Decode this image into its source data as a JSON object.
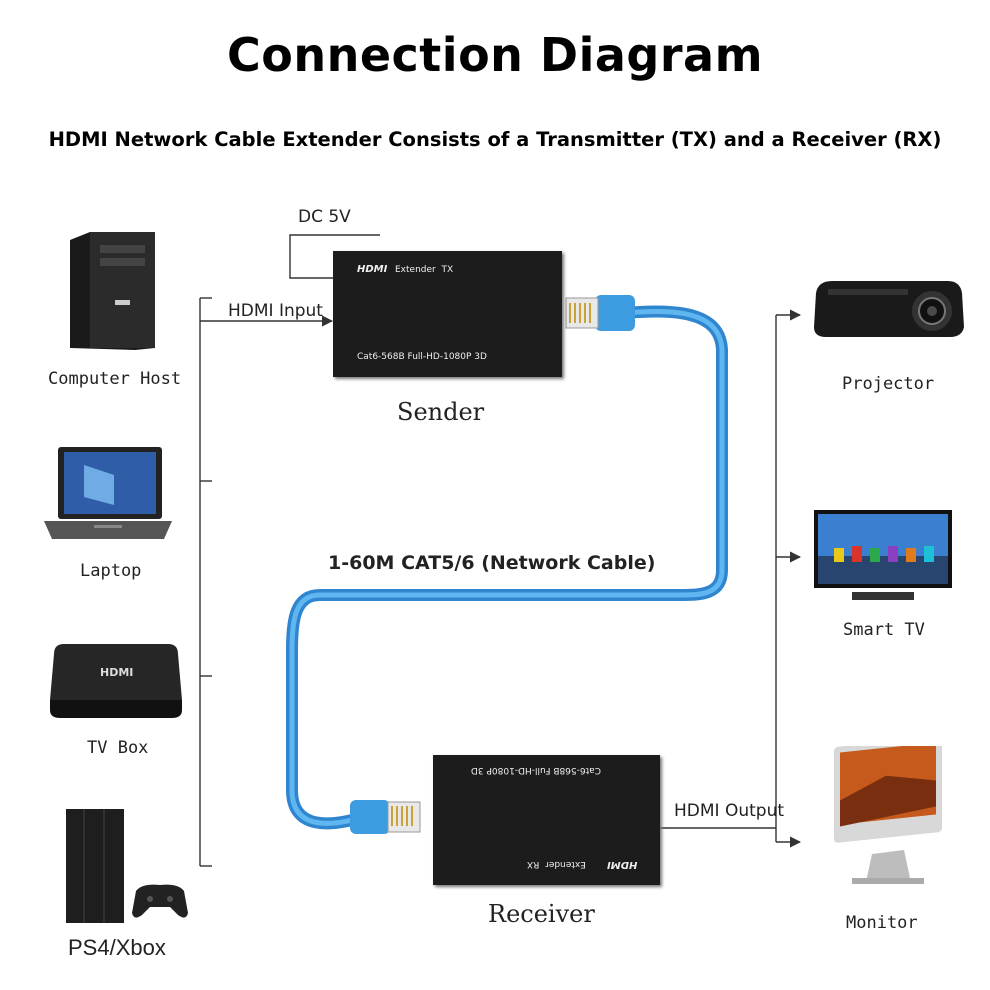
{
  "title": "Connection Diagram",
  "subtitle": "HDMI Network Cable Extender Consists of a Transmitter (TX) and a Receiver (RX)",
  "sources": [
    {
      "label": "Computer Host",
      "icon": "computer-tower-icon"
    },
    {
      "label": "Laptop",
      "icon": "laptop-icon"
    },
    {
      "label": "TV Box",
      "icon": "tv-box-icon"
    },
    {
      "label": "PS4/Xbox",
      "icon": "game-console-icon"
    }
  ],
  "sender": {
    "name": "Sender",
    "brand": "HDMI",
    "model": "Extender  TX",
    "spec": "Cat6-568B Full-HD-1080P 3D",
    "power_label": "DC 5V",
    "input_label": "HDMI Input"
  },
  "receiver": {
    "name": "Receiver",
    "brand": "HDMI",
    "model": "Extender  RX",
    "spec": "Cat6-568B Full-HD-1080P 3D",
    "output_label": "HDMI Output"
  },
  "cable_label": "1-60M CAT5/6 (Network Cable)",
  "displays": [
    {
      "label": "Projector",
      "icon": "projector-icon"
    },
    {
      "label": "Smart TV",
      "icon": "smart-tv-icon"
    },
    {
      "label": "Monitor",
      "icon": "monitor-icon"
    }
  ],
  "colors": {
    "cable": "#3d9be0",
    "device_body": "#1c1c1c",
    "line": "#333333"
  }
}
